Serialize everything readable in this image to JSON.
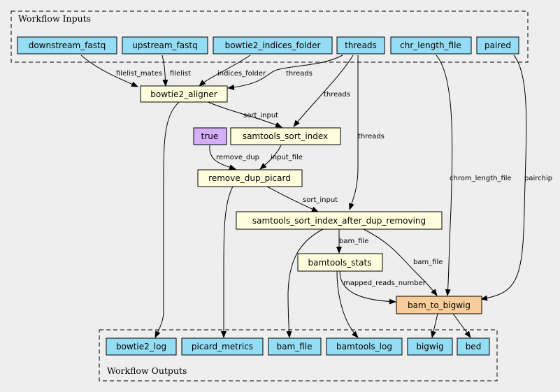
{
  "clusters": {
    "inputs_label": "Workflow Inputs",
    "outputs_label": "Workflow Outputs"
  },
  "inputs": {
    "downstream_fastq": "downstream_fastq",
    "upstream_fastq": "upstream_fastq",
    "bowtie2_indices_folder": "bowtie2_indices_folder",
    "threads": "threads",
    "chr_length_file": "chr_length_file",
    "paired": "paired"
  },
  "steps": {
    "bowtie2_aligner": "bowtie2_aligner",
    "samtools_sort_index": "samtools_sort_index",
    "true_default": "true",
    "remove_dup_picard": "remove_dup_picard",
    "samtools_sort_index_after_dup_removing": "samtools_sort_index_after_dup_removing",
    "bamtools_stats": "bamtools_stats",
    "bam_to_bigwig": "bam_to_bigwig"
  },
  "outputs": {
    "bowtie2_log": "bowtie2_log",
    "picard_metrics": "picard_metrics",
    "bam_file": "bam_file",
    "bamtools_log": "bamtools_log",
    "bigwig": "bigwig",
    "bed": "bed"
  },
  "edge_labels": {
    "filelist_mates": "filelist_mates",
    "filelist": "filelist",
    "indices_folder": "indices_folder",
    "threads_aligner": "threads",
    "threads_sort": "threads",
    "threads_after_dup": "threads",
    "sort_input_1": "sort_input",
    "remove_dup": "remove_dup",
    "input_file": "input_file",
    "sort_input_2": "sort_input",
    "bam_file_stats": "bam_file",
    "bam_file_bigwig": "bam_file",
    "mapped_reads_number": "mapped_reads_number",
    "chrom_length_file": "chrom_length_file",
    "pairchip": "pairchip"
  }
}
